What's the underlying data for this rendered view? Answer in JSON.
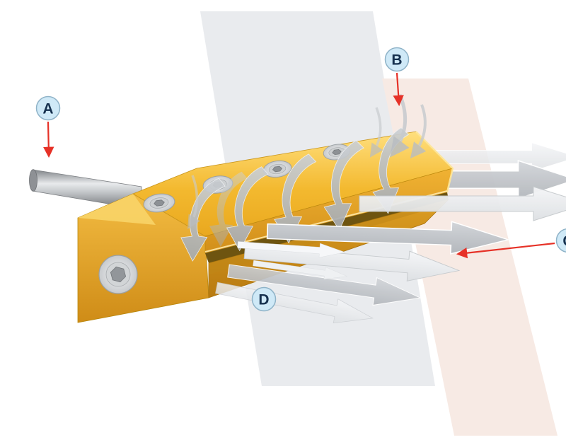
{
  "diagram": {
    "callouts": [
      {
        "letter": "A"
      },
      {
        "letter": "B"
      },
      {
        "letter": "C"
      },
      {
        "letter": "D"
      }
    ],
    "colors": {
      "label_fill": "#cfe9f7",
      "label_border": "#8fb3c8",
      "label_text": "#16314f",
      "pointer_red": "#e63127",
      "body_gold": "#f2b42e",
      "body_gold_dark": "#d3931d",
      "metal_gray": "#c2c5c8",
      "airflow_gray": "#c2c6cb",
      "background_gray": "#e9ebee",
      "background_pink": "#f7eae4"
    }
  }
}
